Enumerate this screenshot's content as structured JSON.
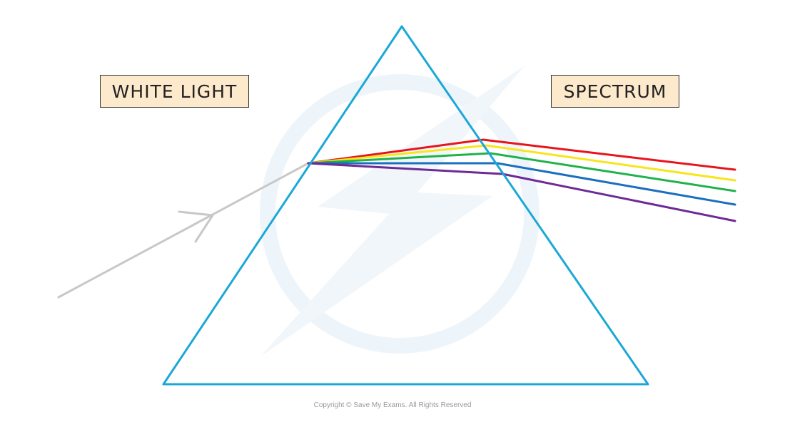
{
  "labels": {
    "white_light": "WHITE LIGHT",
    "spectrum": "SPECTRUM"
  },
  "copyright": "Copyright © Save My Exams. All Rights Reserved",
  "colors": {
    "prism": "#1ba8d8",
    "incident_ray": "#c8c8c8",
    "label_fill": "#fde9cc",
    "watermark": "#eef5fa",
    "spectrum": [
      "#e8141c",
      "#f7e51d",
      "#1fb24a",
      "#1a6fc0",
      "#6e2a96"
    ]
  },
  "spectrum_colors_order": [
    "red",
    "yellow",
    "green",
    "blue",
    "violet"
  ]
}
